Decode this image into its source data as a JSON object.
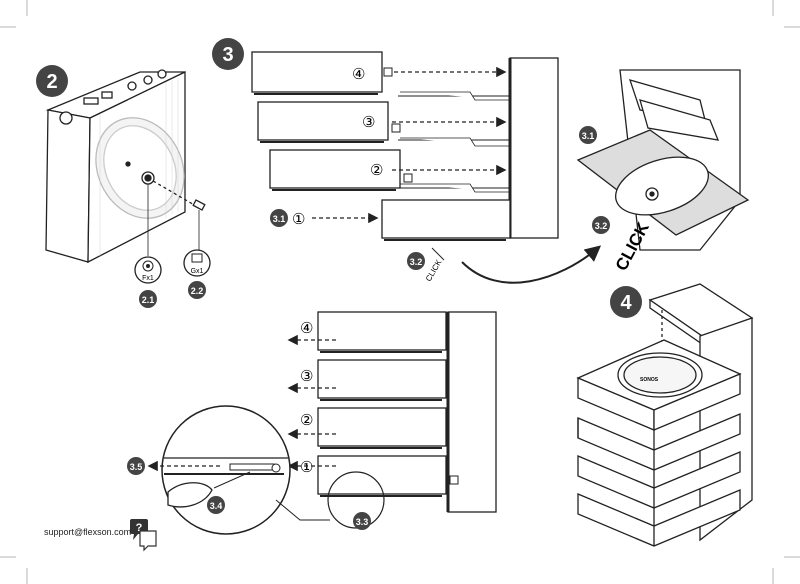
{
  "colors": {
    "badge": "#444444",
    "line": "#222222",
    "fill": "#ffffff",
    "grey": "#dcdcdc"
  },
  "steps": {
    "step2": "2",
    "step3": "3",
    "step4": "4"
  },
  "substeps": {
    "s2_1": "2.1",
    "s2_2": "2.2",
    "s3_1a": "3.1",
    "s3_1b": "3.1",
    "s3_2a": "3.2",
    "s3_2b": "3.2",
    "s3_3": "3.3",
    "s3_4": "3.4",
    "s3_5": "3.5"
  },
  "parts": {
    "fx": "Fx1",
    "gx": "Gx1"
  },
  "layers_top": [
    "④",
    "③",
    "②",
    "①"
  ],
  "layers_bottom": [
    "④",
    "③",
    "②",
    "①"
  ],
  "click_big": "CLICK",
  "click_small": "CLICK",
  "brand": "SONOS",
  "support": "support@flexson.com",
  "help_icon": "?"
}
